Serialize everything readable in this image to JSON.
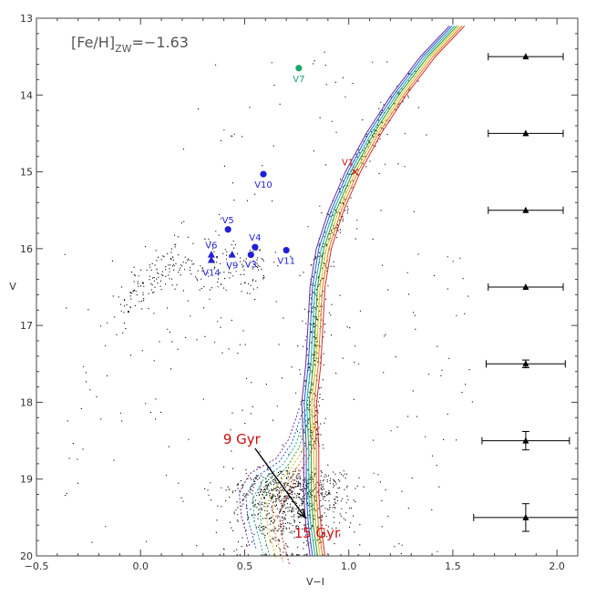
{
  "chart_data": {
    "type": "scatter",
    "title": "",
    "metallicity_label": {
      "prefix": "[Fe/H]",
      "subscript": "ZW",
      "suffix": "=−1.63"
    },
    "xlabel": "V−I",
    "ylabel": "V",
    "xlim": [
      -0.5,
      2.1
    ],
    "ylim": [
      20,
      13
    ],
    "y_inverted": true,
    "x_ticks": [
      -0.5,
      0.0,
      0.5,
      1.0,
      1.5,
      2.0
    ],
    "x_tick_labels": [
      "−0.5",
      "0.0",
      "0.5",
      "1.0",
      "1.5",
      "2.0"
    ],
    "y_ticks": [
      13,
      14,
      15,
      16,
      17,
      18,
      19,
      20
    ],
    "y_tick_labels": [
      "13",
      "14",
      "15",
      "16",
      "17",
      "18",
      "19",
      "20"
    ],
    "grid": false,
    "colors": {
      "blue_variables": "#1f1fd6",
      "green_variable": "#1aa86a",
      "red_annotations": "#cc1111",
      "field_stars": "#000000"
    },
    "variables": [
      {
        "label": "V7",
        "x": 0.76,
        "y": 13.65,
        "marker": "circle",
        "color": "green"
      },
      {
        "label": "V10",
        "x": 0.59,
        "y": 15.03,
        "marker": "circle",
        "color": "blue"
      },
      {
        "label": "V5",
        "x": 0.42,
        "y": 15.75,
        "marker": "circle",
        "color": "blue"
      },
      {
        "label": "V4",
        "x": 0.55,
        "y": 15.98,
        "marker": "circle",
        "color": "blue"
      },
      {
        "label": "V11",
        "x": 0.7,
        "y": 16.02,
        "marker": "circle",
        "color": "blue"
      },
      {
        "label": "V3",
        "x": 0.53,
        "y": 16.08,
        "marker": "circle",
        "color": "blue"
      },
      {
        "label": "V6",
        "x": 0.34,
        "y": 16.08,
        "marker": "triangle",
        "color": "blue"
      },
      {
        "label": "V9",
        "x": 0.44,
        "y": 16.08,
        "marker": "triangle",
        "color": "blue"
      },
      {
        "label": "V14",
        "x": 0.34,
        "y": 16.15,
        "marker": "triangle",
        "color": "blue"
      },
      {
        "label": "V1",
        "x": 1.03,
        "y": 15.0,
        "marker": "cross",
        "color": "red"
      }
    ],
    "error_bars": [
      {
        "x": 1.85,
        "y": 13.5,
        "xerr": 0.18,
        "yerr": 0.0
      },
      {
        "x": 1.85,
        "y": 14.5,
        "xerr": 0.18,
        "yerr": 0.0
      },
      {
        "x": 1.85,
        "y": 15.5,
        "xerr": 0.18,
        "yerr": 0.0
      },
      {
        "x": 1.85,
        "y": 16.5,
        "xerr": 0.18,
        "yerr": 0.0
      },
      {
        "x": 1.85,
        "y": 17.5,
        "xerr": 0.19,
        "yerr": 0.05
      },
      {
        "x": 1.85,
        "y": 18.5,
        "xerr": 0.21,
        "yerr": 0.12
      },
      {
        "x": 1.85,
        "y": 19.5,
        "xerr": 0.25,
        "yerr": 0.18
      }
    ],
    "age_arrow": {
      "from": [
        0.55,
        18.6
      ],
      "to": [
        0.79,
        19.5
      ],
      "start_label": "9 Gyr",
      "end_label": "15 Gyr"
    },
    "isochrone_colors": [
      "#6a2a9a",
      "#1f5fd6",
      "#1aa8a8",
      "#2a9a2a",
      "#d6c21a",
      "#e07a1a",
      "#d62a2a"
    ],
    "isochrone_shifts": [
      -0.06,
      -0.04,
      -0.02,
      0.0,
      0.02,
      0.04,
      0.06
    ],
    "isochrone_base": {
      "rgb": [
        [
          0.85,
          20.0
        ],
        [
          0.83,
          19.6
        ],
        [
          0.82,
          19.2
        ],
        [
          0.82,
          18.6
        ],
        [
          0.81,
          18.0
        ],
        [
          0.83,
          17.5
        ],
        [
          0.84,
          17.0
        ],
        [
          0.85,
          16.5
        ],
        [
          0.88,
          16.0
        ],
        [
          0.94,
          15.5
        ],
        [
          1.02,
          15.0
        ],
        [
          1.12,
          14.5
        ],
        [
          1.24,
          14.0
        ],
        [
          1.38,
          13.5
        ],
        [
          1.52,
          13.1
        ]
      ],
      "turnoff": [
        [
          0.81,
          18.2
        ],
        [
          0.76,
          18.6
        ],
        [
          0.7,
          18.85
        ],
        [
          0.62,
          19.05
        ],
        [
          0.57,
          19.3
        ],
        [
          0.58,
          19.6
        ],
        [
          0.62,
          20.0
        ]
      ]
    },
    "field_star_count": 1800,
    "field_star_note_none": ""
  }
}
